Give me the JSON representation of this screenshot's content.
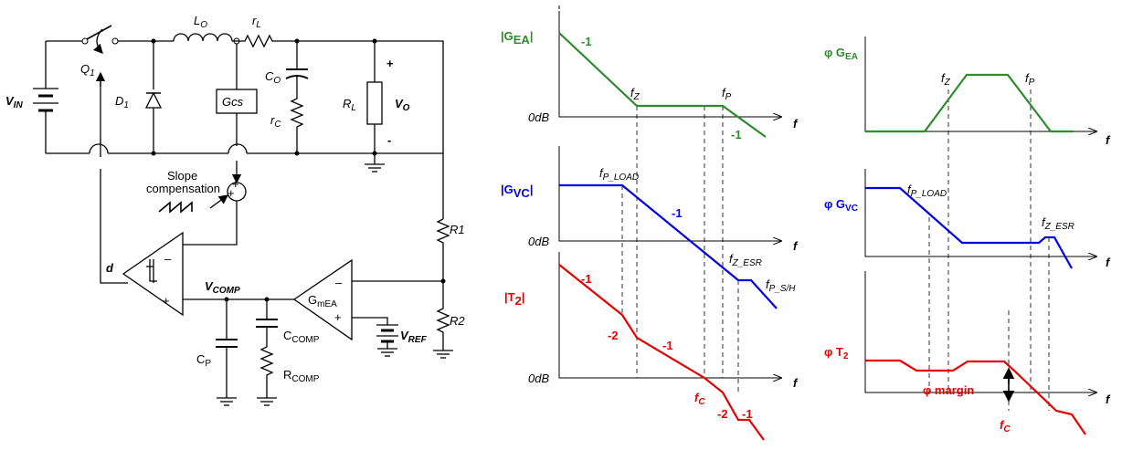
{
  "circuit": {
    "vin": "V",
    "vin_sub": "IN",
    "q1": "Q",
    "q1_sub": "1",
    "d1": "D",
    "d1_sub": "1",
    "lo": "L",
    "lo_sub": "O",
    "rl_small": "r",
    "rl_small_sub": "L",
    "co": "C",
    "co_sub": "O",
    "rc": "r",
    "rc_sub": "C",
    "rload": "R",
    "rload_sub": "L",
    "vo": "V",
    "vo_sub": "O",
    "plus": "+",
    "minus": "-",
    "gcs": "Gcs",
    "slope1": "Slope",
    "slope2": "compensation",
    "d": "d",
    "vcomp": "V",
    "vcomp_sub": "COMP",
    "gmea": "G",
    "gmea_sub": "mEA",
    "r1": "R1",
    "r2": "R2",
    "vref": "V",
    "vref_sub": "REF",
    "cp": "C",
    "cp_sub": "P",
    "ccomp": "C",
    "ccomp_sub": "COMP",
    "rcomp": "R",
    "rcomp_sub": "COMP"
  },
  "plots": {
    "gea_mag": {
      "label": "|G",
      "sub": "EA",
      "end": "|",
      "slope1": "-1",
      "slope2": "-1",
      "fz": "f",
      "fz_sub": "Z",
      "fp": "f",
      "fp_sub": "P",
      "odb": "0dB",
      "f": "f"
    },
    "gvc_mag": {
      "label": "|G",
      "sub": "VC",
      "end": "|",
      "slope": "-1",
      "fpload": "f",
      "fpload_sub": "P_LOAD",
      "fzesr": "f",
      "fzesr_sub": "Z_ESR",
      "odb": "0dB",
      "f": "f"
    },
    "t2_mag": {
      "label": "|T",
      "sub": "2",
      "end": "|",
      "s1": "-1",
      "s2": "-2",
      "s3": "-1",
      "s4": "-2",
      "s5": "-1",
      "fpsh": "f",
      "fpsh_sub": "P_S/H",
      "fc": "f",
      "fc_sub": "C",
      "odb": "0dB",
      "f": "f"
    },
    "gea_ph": {
      "label": "φ G",
      "sub": "EA",
      "fz": "f",
      "fz_sub": "Z",
      "fp": "f",
      "fp_sub": "P",
      "f": "f"
    },
    "gvc_ph": {
      "label": "φ G",
      "sub": "VC",
      "fpload": "f",
      "fpload_sub": "P_LOAD",
      "fzesr": "f",
      "fzesr_sub": "Z_ESR",
      "f": "f"
    },
    "t2_ph": {
      "label": "φ T",
      "sub": "2",
      "margin": "φ margin",
      "fc": "f",
      "fc_sub": "C",
      "f": "f"
    }
  },
  "colors": {
    "green": "#2e8b2e",
    "blue": "#0000e6",
    "red": "#e60000"
  }
}
